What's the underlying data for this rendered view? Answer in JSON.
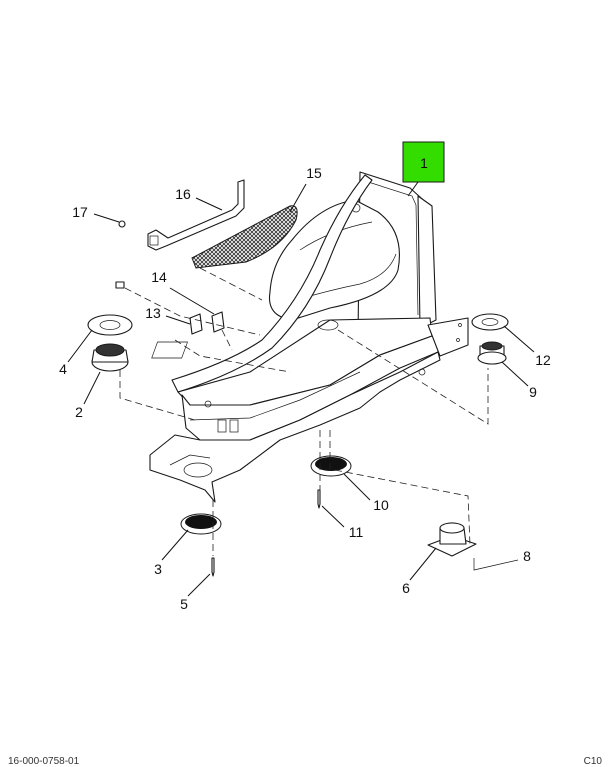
{
  "highlight_color": "#33dd00",
  "callouts": [
    {
      "id": "1",
      "label": "1"
    },
    {
      "id": "2",
      "label": "2"
    },
    {
      "id": "3",
      "label": "3"
    },
    {
      "id": "4",
      "label": "4"
    },
    {
      "id": "5",
      "label": "5"
    },
    {
      "id": "6",
      "label": "6"
    },
    {
      "id": "8",
      "label": "8"
    },
    {
      "id": "9",
      "label": "9"
    },
    {
      "id": "10",
      "label": "10"
    },
    {
      "id": "11",
      "label": "11"
    },
    {
      "id": "12",
      "label": "12"
    },
    {
      "id": "13",
      "label": "13"
    },
    {
      "id": "14",
      "label": "14"
    },
    {
      "id": "15",
      "label": "15"
    },
    {
      "id": "16",
      "label": "16"
    },
    {
      "id": "17",
      "label": "17"
    }
  ],
  "footer": {
    "left": "16-000-0758-01",
    "right": "C10"
  }
}
